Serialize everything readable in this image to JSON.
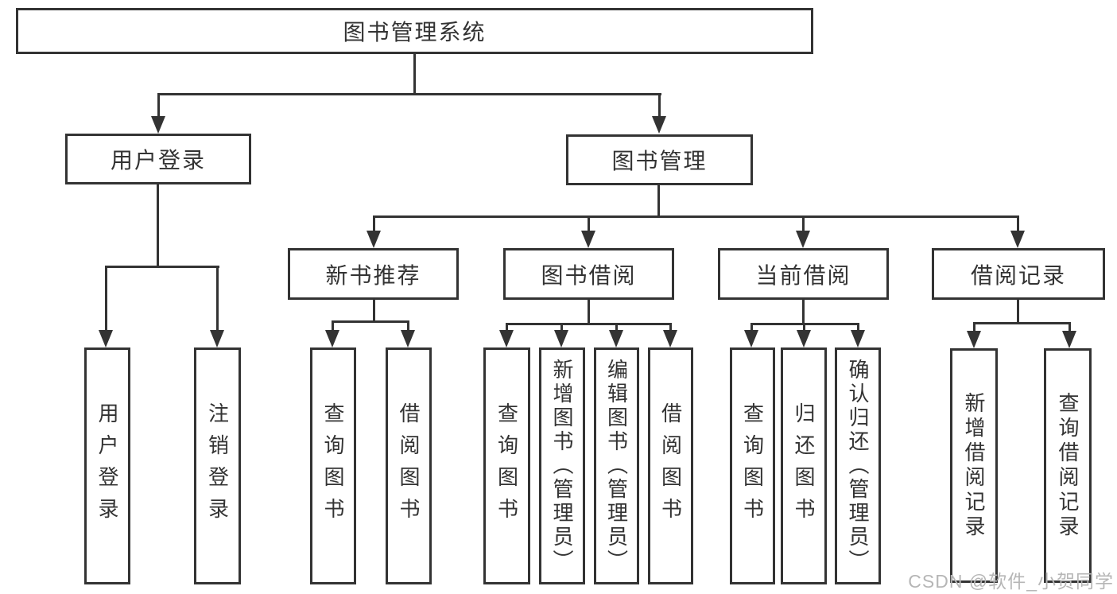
{
  "nodes": [
    {
      "id": "root",
      "label": "图书管理系统"
    },
    {
      "id": "user-login",
      "label": "用户登录"
    },
    {
      "id": "book-management",
      "label": "图书管理"
    },
    {
      "id": "user-login-action",
      "label": "用户登录"
    },
    {
      "id": "logout",
      "label": "注销登录"
    },
    {
      "id": "new-book-recommend",
      "label": "新书推荐"
    },
    {
      "id": "book-borrow",
      "label": "图书借阅"
    },
    {
      "id": "current-borrow",
      "label": "当前借阅"
    },
    {
      "id": "borrow-record",
      "label": "借阅记录"
    },
    {
      "id": "query-book-nb",
      "label": "查询图书"
    },
    {
      "id": "borrow-book-nb",
      "label": "借阅图书"
    },
    {
      "id": "query-book-bw",
      "label": "查询图书"
    },
    {
      "id": "add-book-admin",
      "label": "新增图书（管理员）"
    },
    {
      "id": "edit-book-admin",
      "label": "编辑图书（管理员）"
    },
    {
      "id": "borrow-book-bw",
      "label": "借阅图书"
    },
    {
      "id": "query-book-cu",
      "label": "查询图书"
    },
    {
      "id": "return-book",
      "label": "归还图书"
    },
    {
      "id": "confirm-return-admin",
      "label": "确认归还（管理员）"
    },
    {
      "id": "add-borrow-record",
      "label": "新增借阅记录"
    },
    {
      "id": "query-borrow-record",
      "label": "查询借阅记录"
    }
  ],
  "watermark": {
    "text": "CSDN @软件_小贺同学",
    "color": "#b6b6b6"
  },
  "colors": {
    "line": "#333333",
    "text": "#333333",
    "background": "#ffffff"
  }
}
